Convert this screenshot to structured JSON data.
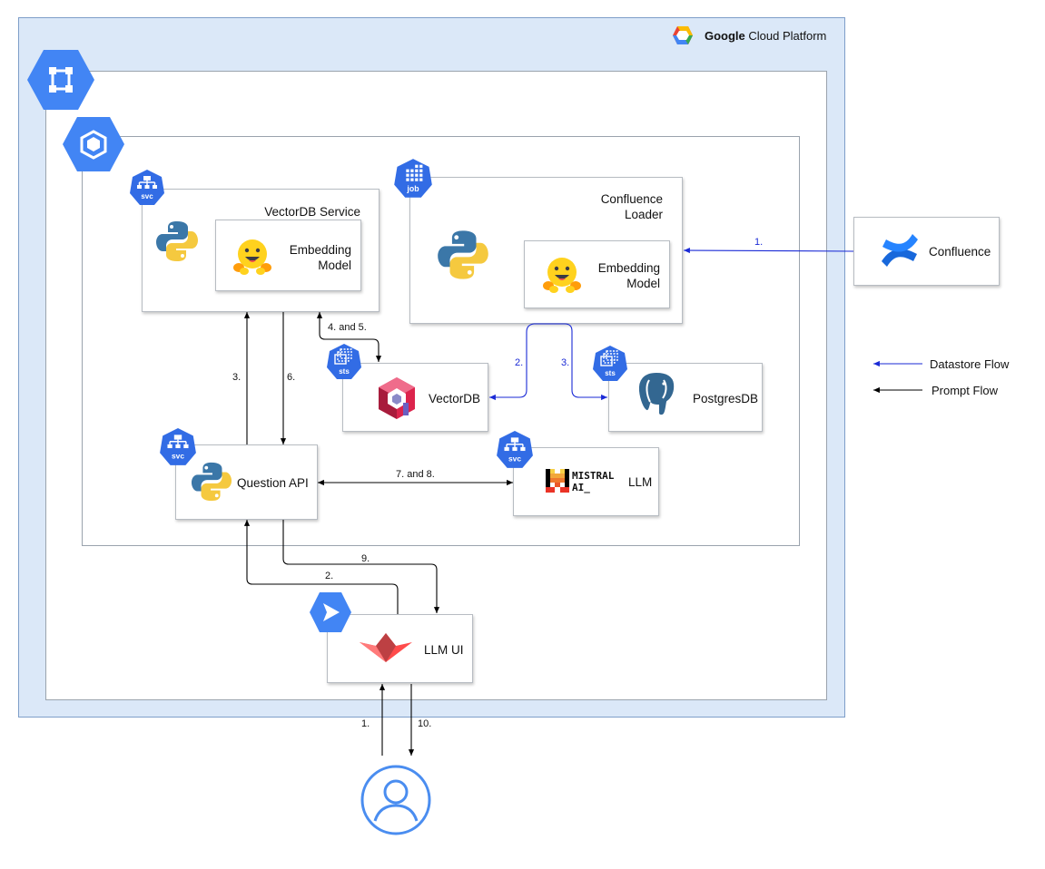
{
  "platform": {
    "brand": "Google",
    "rest": " Cloud Platform"
  },
  "components": {
    "vectordb_service": {
      "title": "VectorDB Service",
      "inner": "Embedding\nModel",
      "badge": "svc"
    },
    "confluence_loader": {
      "title": "Confluence\nLoader",
      "inner": "Embedding\nModel",
      "badge": "job"
    },
    "confluence": {
      "label": "Confluence"
    },
    "vectordb": {
      "label": "VectorDB",
      "badge": "sts"
    },
    "postgresdb": {
      "label": "PostgresDB",
      "badge": "sts"
    },
    "question_api": {
      "label": "Question API",
      "badge": "svc"
    },
    "llm": {
      "label": "LLM",
      "badge": "svc",
      "logo_text_1": "MISTRAL",
      "logo_text_2": "AI_"
    },
    "llm_ui": {
      "label": "LLM UI"
    }
  },
  "flows": {
    "f_conf_1": "1.",
    "f_ds_2": "2.",
    "f_ds_3": "3.",
    "f_45": "4. and 5.",
    "f_3": "3.",
    "f_6": "6.",
    "f_78": "7. and 8.",
    "f_9": "9.",
    "f_ui_2": "2.",
    "f_user_1": "1.",
    "f_user_10": "10."
  },
  "legend": {
    "datastore": "Datastore Flow",
    "prompt": "Prompt Flow"
  },
  "colors": {
    "datastore_flow": "#1a2ad6",
    "prompt_flow": "#000000",
    "gcp_blue": "#4285f4",
    "frame_bg": "#dbe8f8"
  }
}
